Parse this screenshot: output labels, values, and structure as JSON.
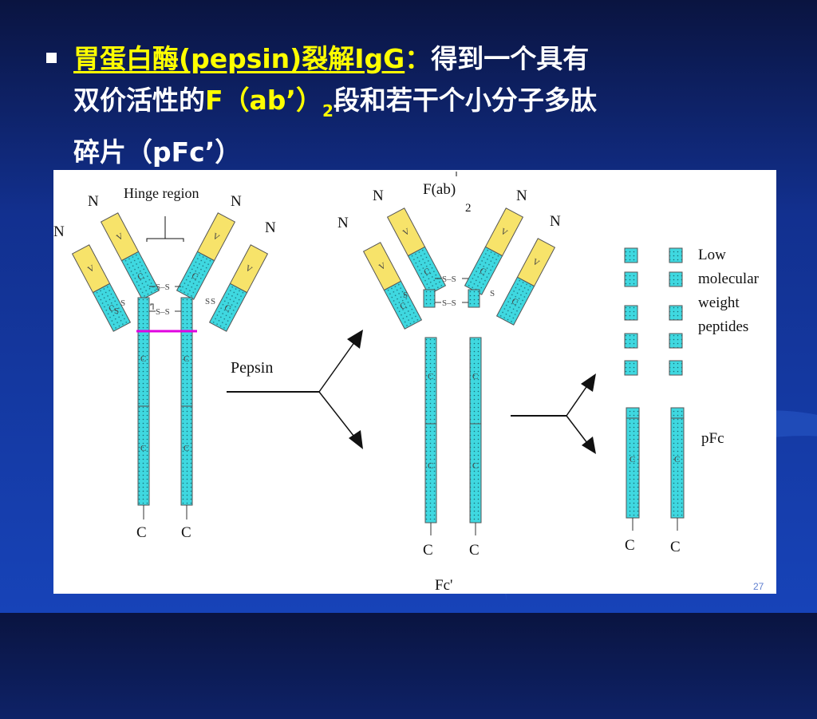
{
  "slide": {
    "title_part1": "胃蛋白酶(pepsin)裂解IgG",
    "title_colon": "：",
    "title_part2": "得到一个具有",
    "line2_a": "双价活性的",
    "line2_fab": "F（ab’）",
    "line2_sub": "2",
    "line2_b": "段和若干个小分子多肽",
    "line3": "碎片（pFc’）",
    "page_number": "27"
  },
  "diagram": {
    "labels": {
      "hinge_region": "Hinge region",
      "pepsin": "Pepsin",
      "fab2_main": "F(ab)",
      "fab2_sub": "2",
      "fc_prime": "Fc'",
      "pfc": "pFc",
      "low_mw_1": "Low",
      "low_mw_2": "molecular",
      "low_mw_3": "weight",
      "low_mw_4": "peptides"
    },
    "terminals": {
      "n": "N",
      "c": "C"
    },
    "domains": {
      "v": "V",
      "c": "C",
      "ss": "S–S",
      "s": "S"
    },
    "colors": {
      "variable_domain": "#f7e36a",
      "constant_domain": "#3fd8e0",
      "cleavage_line": "#e000e0",
      "title_highlight": "#ffff00"
    }
  }
}
